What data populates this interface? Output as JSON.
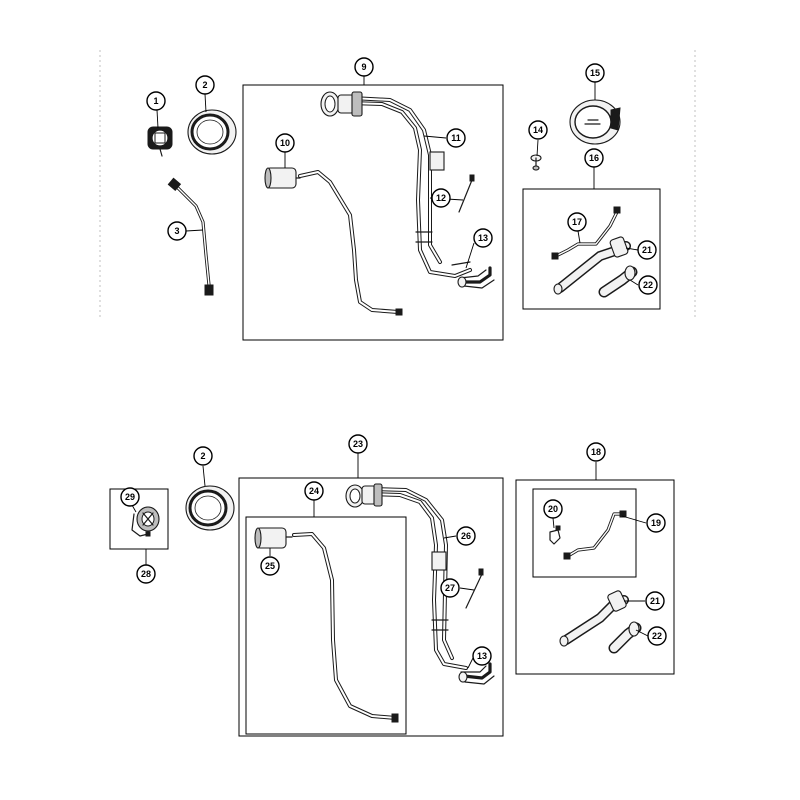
{
  "callouts": {
    "c1": "1",
    "c2a": "2",
    "c3": "3",
    "c9": "9",
    "c10": "10",
    "c11": "11",
    "c12": "12",
    "c13a": "13",
    "c14": "14",
    "c15": "15",
    "c16": "16",
    "c17": "17",
    "c21a": "21",
    "c22a": "22",
    "c2b": "2",
    "c23": "23",
    "c24": "24",
    "c25": "25",
    "c26": "26",
    "c27": "27",
    "c13b": "13",
    "c29": "29",
    "c28": "28",
    "c18": "18",
    "c20": "20",
    "c19": "19",
    "c21b": "21",
    "c22b": "22"
  },
  "icons": {
    "fuel_cap": "fuel-cap-icon",
    "grommet": "grommet-ring-icon",
    "tube": "tube-icon",
    "filler_neck": "filler-neck-icon",
    "canister": "vapor-canister-icon",
    "tie_strap": "tie-strap-icon",
    "hose": "hose-icon",
    "push_pin": "push-pin-icon",
    "fuel_door": "fuel-door-icon",
    "tether": "tether-icon"
  }
}
